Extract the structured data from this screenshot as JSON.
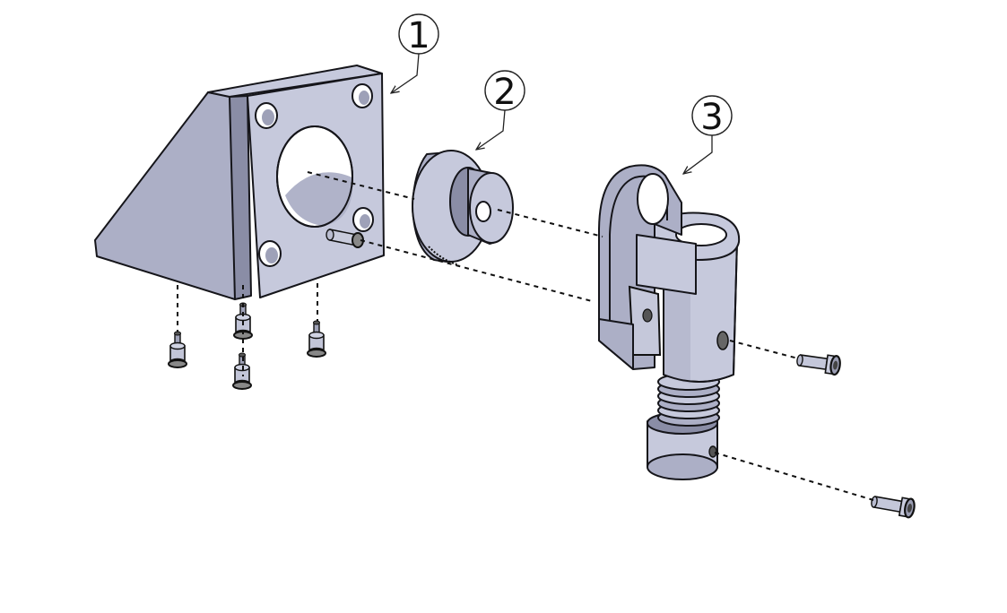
{
  "balloons": [
    {
      "label": "1"
    },
    {
      "label": "2"
    },
    {
      "label": "3"
    }
  ],
  "colors": {
    "part_face_light": "#c6c9dc",
    "part_face_mid": "#acafc6",
    "part_face_dark": "#8a8da6",
    "edge": "#15151a",
    "background": "#ffffff"
  }
}
